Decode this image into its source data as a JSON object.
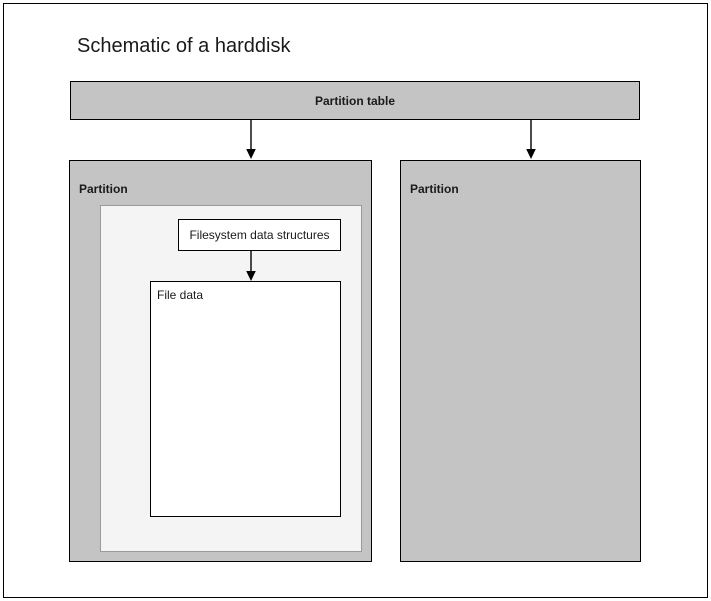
{
  "diagram": {
    "title": "Schematic of a harddisk",
    "background_color": "#ffffff",
    "frame_color": "#000000",
    "partition_fill": "#c4c4c4",
    "container_fill": "#f4f4f4",
    "box_fill": "#ffffff",
    "text_color": "#1a1a1a"
  },
  "partition_table": {
    "label": "Partition table"
  },
  "partitions": [
    {
      "label": "Partition",
      "filesystem": {
        "data_structures_label": "Filesystem data structures",
        "file_data_label": "File data"
      }
    },
    {
      "label": "Partition"
    }
  ],
  "arrows": [
    {
      "name": "partition-table-to-partition-left"
    },
    {
      "name": "partition-table-to-partition-right"
    },
    {
      "name": "fs-structures-to-file-data"
    }
  ]
}
